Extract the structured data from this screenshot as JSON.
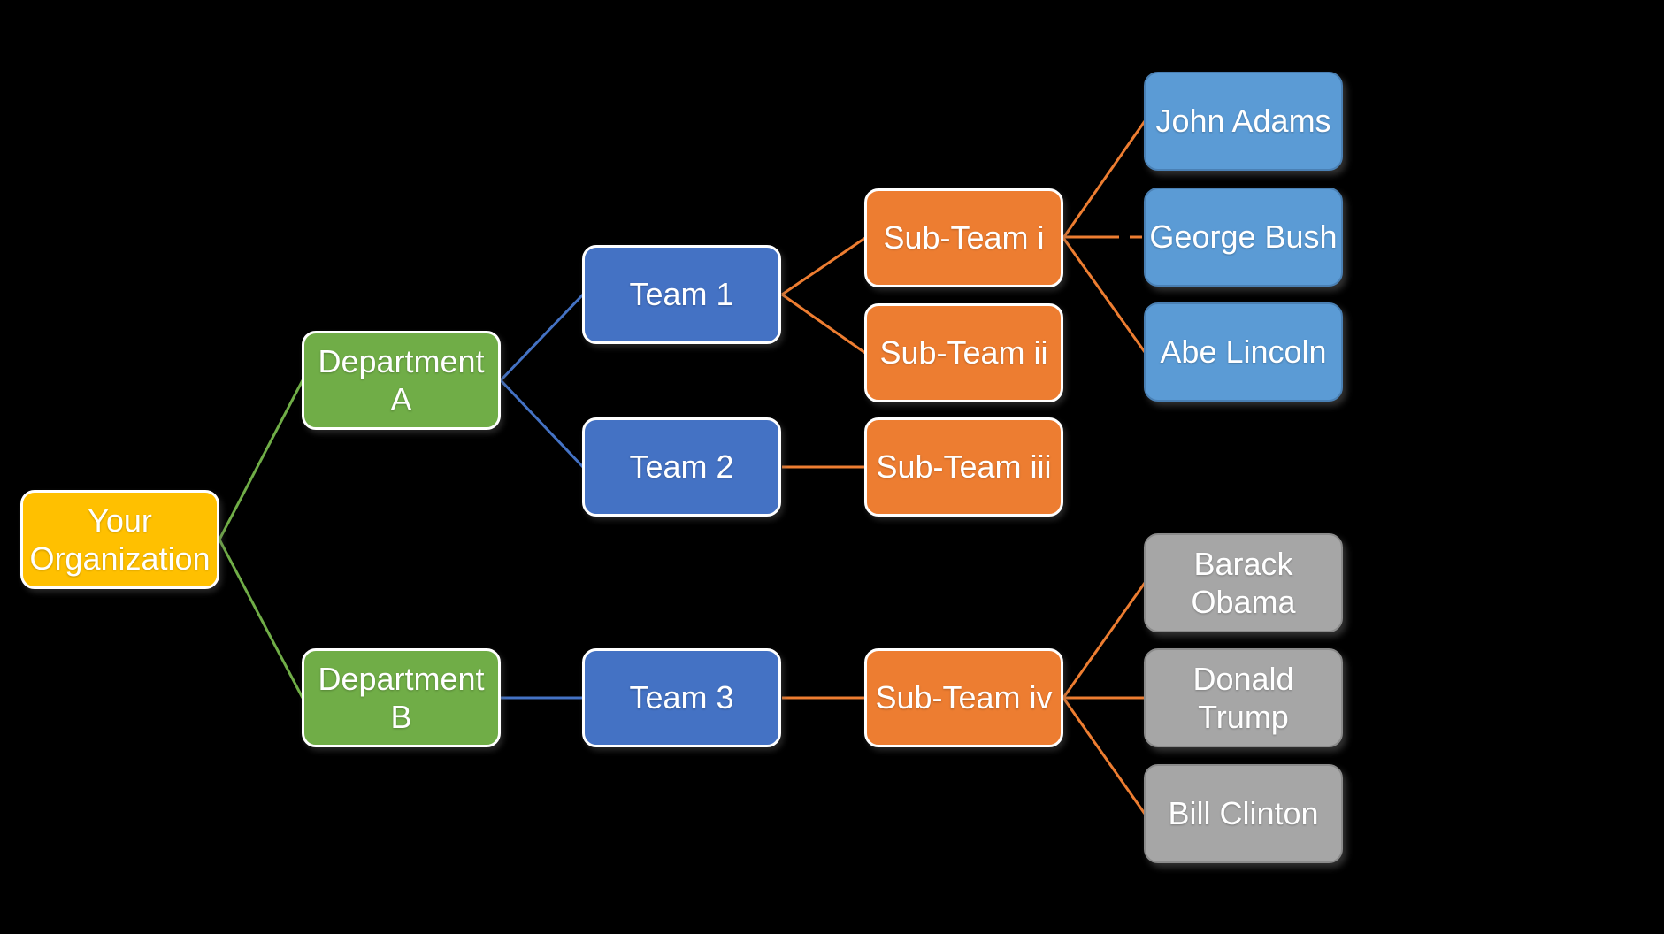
{
  "canvas": {
    "background": "#000000"
  },
  "diagram": {
    "type": "org-chart",
    "root": {
      "label": "Your\nOrganization",
      "color": "#FFC000"
    },
    "departments": [
      {
        "label": "Department\nA",
        "color": "#70AD47"
      },
      {
        "label": "Department\nB",
        "color": "#70AD47"
      }
    ],
    "teams": [
      {
        "label": "Team 1",
        "color": "#4472C4"
      },
      {
        "label": "Team 2",
        "color": "#4472C4"
      },
      {
        "label": "Team 3",
        "color": "#4472C4"
      }
    ],
    "subteams": [
      {
        "label": "Sub-Team i",
        "color": "#ED7D31"
      },
      {
        "label": "Sub-Team ii",
        "color": "#ED7D31"
      },
      {
        "label": "Sub-Team iii",
        "color": "#ED7D31"
      },
      {
        "label": "Sub-Team iv",
        "color": "#ED7D31"
      }
    ],
    "people": [
      {
        "label": "John Adams",
        "color": "#5B9BD5"
      },
      {
        "label": "George Bush",
        "color": "#5B9BD5"
      },
      {
        "label": "Abe Lincoln",
        "color": "#5B9BD5"
      },
      {
        "label": "Barack\nObama",
        "color": "#A6A6A6"
      },
      {
        "label": "Donald\nTrump",
        "color": "#A6A6A6"
      },
      {
        "label": "Bill Clinton",
        "color": "#A6A6A6"
      }
    ],
    "edges": [
      {
        "from": "Your Organization",
        "to": "Department A",
        "color": "#70AD47"
      },
      {
        "from": "Your Organization",
        "to": "Department B",
        "color": "#70AD47"
      },
      {
        "from": "Department A",
        "to": "Team 1",
        "color": "#4472C4"
      },
      {
        "from": "Department A",
        "to": "Team 2",
        "color": "#4472C4"
      },
      {
        "from": "Department B",
        "to": "Team 3",
        "color": "#4472C4"
      },
      {
        "from": "Team 1",
        "to": "Sub-Team i",
        "color": "#ED7D31"
      },
      {
        "from": "Team 1",
        "to": "Sub-Team ii",
        "color": "#ED7D31"
      },
      {
        "from": "Team 2",
        "to": "Sub-Team iii",
        "color": "#ED7D31"
      },
      {
        "from": "Team 3",
        "to": "Sub-Team iv",
        "color": "#ED7D31"
      },
      {
        "from": "Sub-Team i",
        "to": "John Adams",
        "color": "#ED7D31"
      },
      {
        "from": "Sub-Team i",
        "to": "George Bush",
        "color": "#ED7D31",
        "style": "partially-dashed"
      },
      {
        "from": "Sub-Team i",
        "to": "Abe Lincoln",
        "color": "#ED7D31"
      },
      {
        "from": "Sub-Team iv",
        "to": "Barack Obama",
        "color": "#ED7D31"
      },
      {
        "from": "Sub-Team iv",
        "to": "Donald Trump",
        "color": "#ED7D31"
      },
      {
        "from": "Sub-Team iv",
        "to": "Bill Clinton",
        "color": "#ED7D31"
      }
    ]
  }
}
